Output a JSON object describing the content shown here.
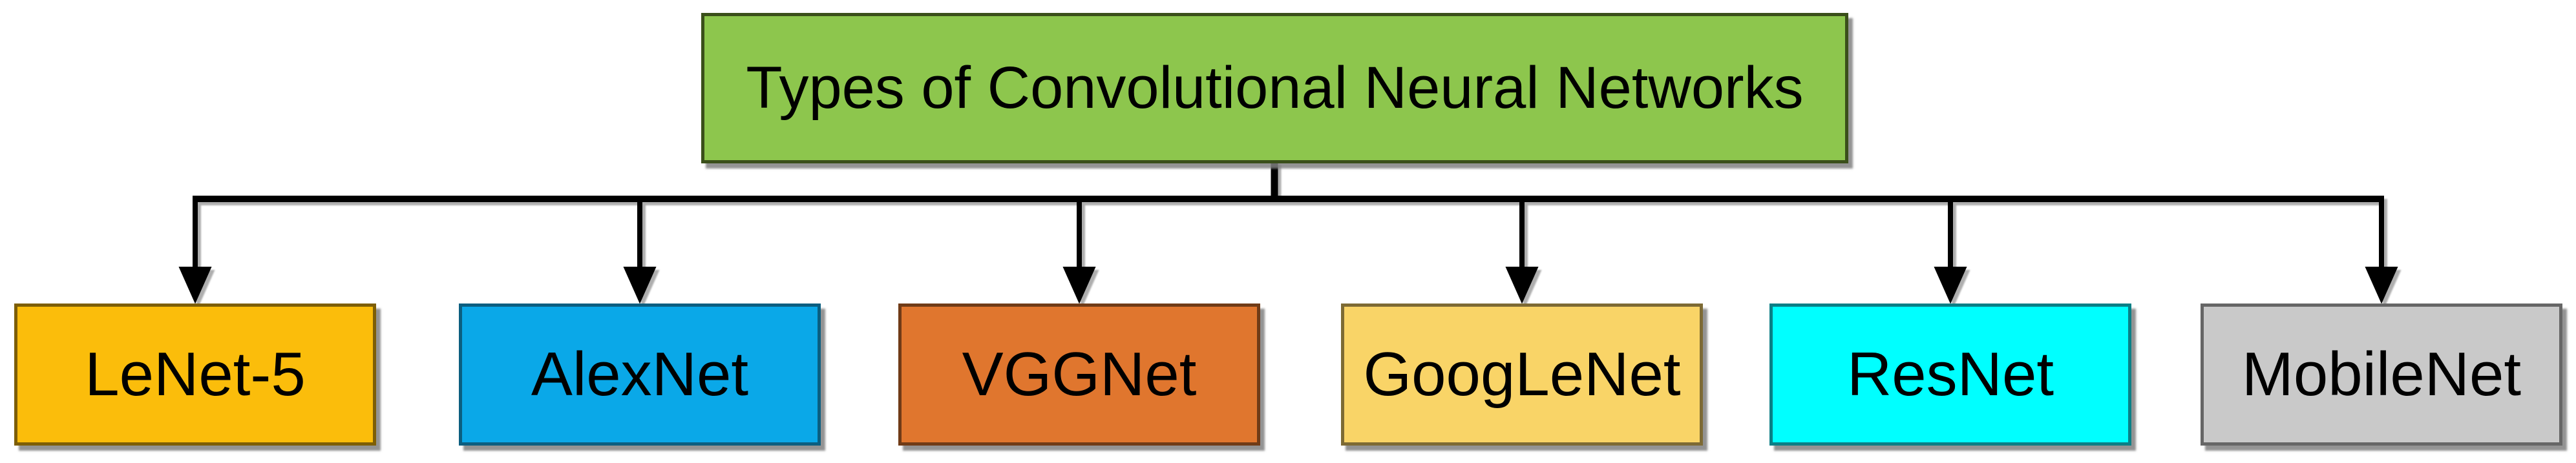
{
  "diagram": {
    "title": "Types of Convolutional Neural Networks",
    "connector_color": "#000000",
    "text_color": "#000000",
    "background_color": "#ffffff",
    "root": {
      "label": "Types of Convolutional Neural Networks",
      "fill": "#8DC64D",
      "border": "#3A4F1A"
    },
    "children": [
      {
        "label": "LeNet-5",
        "fill": "#FBBD0B",
        "border": "#7D5E06"
      },
      {
        "label": "AlexNet",
        "fill": "#0AA8E8",
        "border": "#0B5E80"
      },
      {
        "label": "VGGNet",
        "fill": "#E0762E",
        "border": "#703B17"
      },
      {
        "label": "GoogLeNet",
        "fill": "#F9D467",
        "border": "#7D6A34"
      },
      {
        "label": "ResNet",
        "fill": "#00FFFF",
        "border": "#0A7F86"
      },
      {
        "label": "MobileNet",
        "fill": "#C9C9C9",
        "border": "#666666"
      }
    ]
  }
}
